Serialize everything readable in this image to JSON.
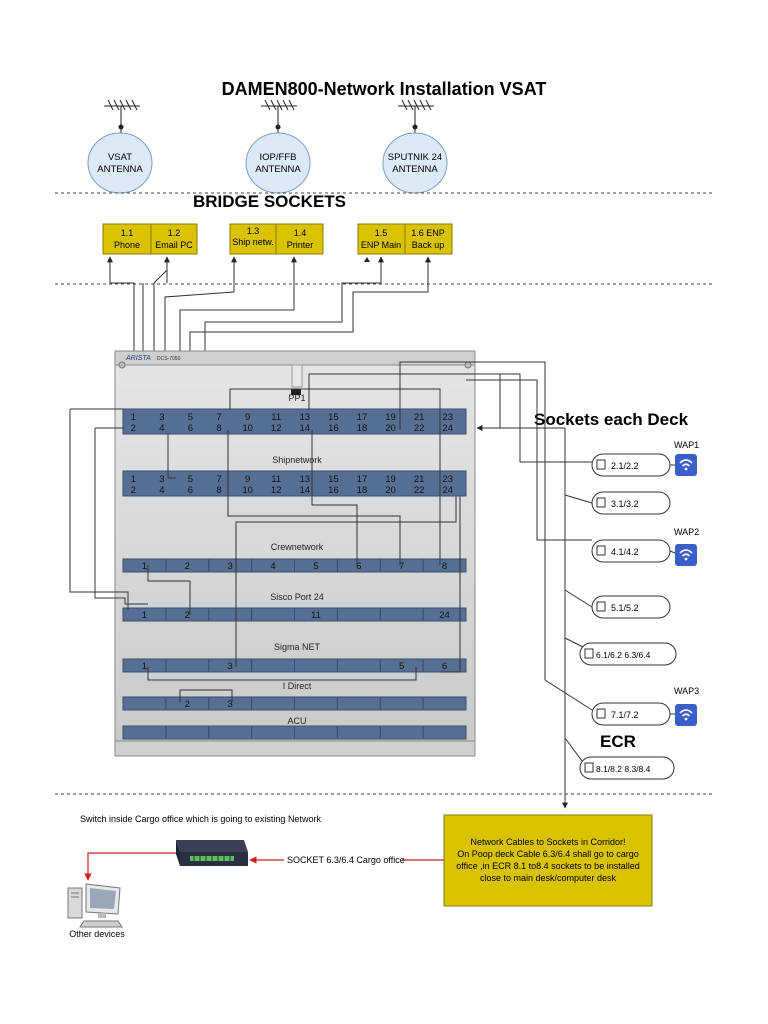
{
  "title": "DAMEN800-Network Installation VSAT",
  "antennas": [
    {
      "line1": "VSAT",
      "line2": "ANTENNA"
    },
    {
      "line1": "IOP/FFB",
      "line2": "ANTENNA"
    },
    {
      "line1": "SPUTNIK 24",
      "line2": "ANTENNA"
    }
  ],
  "bridge": {
    "heading": "BRIDGE SOCKETS",
    "sockets": [
      {
        "num": "1.1",
        "label": "Phone"
      },
      {
        "num": "1.2",
        "label": "Email PC"
      },
      {
        "num": "1.3",
        "label": "Ship netw."
      },
      {
        "num": "1.4",
        "label": "Printer"
      },
      {
        "num": "1.5",
        "label": "ENP Main"
      },
      {
        "num": "1.6 ENP",
        "label": "Back up"
      }
    ]
  },
  "rack": {
    "brand": "ARISTA",
    "model": "DCS-7050",
    "pp1_label": "PP1",
    "odd_ports": [
      "1",
      "3",
      "5",
      "7",
      "9",
      "11",
      "13",
      "15",
      "17",
      "19",
      "21",
      "23"
    ],
    "even_ports": [
      "2",
      "4",
      "6",
      "8",
      "10",
      "12",
      "14",
      "16",
      "18",
      "20",
      "22",
      "24"
    ],
    "shipnetwork_label": "Shipnetwork",
    "crewnetwork_label": "Crewnetwork",
    "crew_ports": [
      "1",
      "2",
      "3",
      "4",
      "5",
      "6",
      "7",
      "8"
    ],
    "sisco_label": "Sisco Port 24",
    "sisco_ports": [
      "1",
      "2",
      "",
      "",
      "11",
      "",
      "",
      "24"
    ],
    "sigma_label": "Sigma NET",
    "sigma_ports": [
      "1",
      "",
      "3",
      "",
      "",
      "",
      "5",
      "6"
    ],
    "idirect_label": "I Direct",
    "idirect_ports": [
      "",
      "2",
      "3",
      "",
      "",
      "",
      "",
      ""
    ],
    "acu_label": "ACU"
  },
  "deck": {
    "heading": "Sockets each Deck",
    "sockets": [
      "2.1/2.2",
      "3.1/3.2",
      "4.1/4.2",
      "5.1/5.2",
      "6.1/6.2 6.3/6.4",
      "7.1/7.2",
      "8.1/8.2 8.3/8.4"
    ],
    "wap_labels": [
      "WAP1",
      "WAP2",
      "WAP3"
    ],
    "ecr_label": "ECR"
  },
  "cargo": {
    "switch_caption": "Switch inside Cargo office which is going to existing Network",
    "socket_label": "SOCKET 6.3/6.4 Cargo office",
    "devices_label": "Other devices"
  },
  "note": {
    "lines": [
      "Network Cables to Sockets in Corridor!",
      "On Poop deck Cable 6.3/6.4 shall go to cargo",
      "office ,in ECR 8.1 to8.4 sockets to be installed",
      "close to main desk/computer desk"
    ]
  },
  "colors": {
    "socket_fill": "#d9c300",
    "antenna_fill": "#dce9f7",
    "patch_panel": "#566f94",
    "rack_bg": "#d6d6d6",
    "wap_fill": "#3a5fc8",
    "cable_red": "#cc1f1f"
  }
}
